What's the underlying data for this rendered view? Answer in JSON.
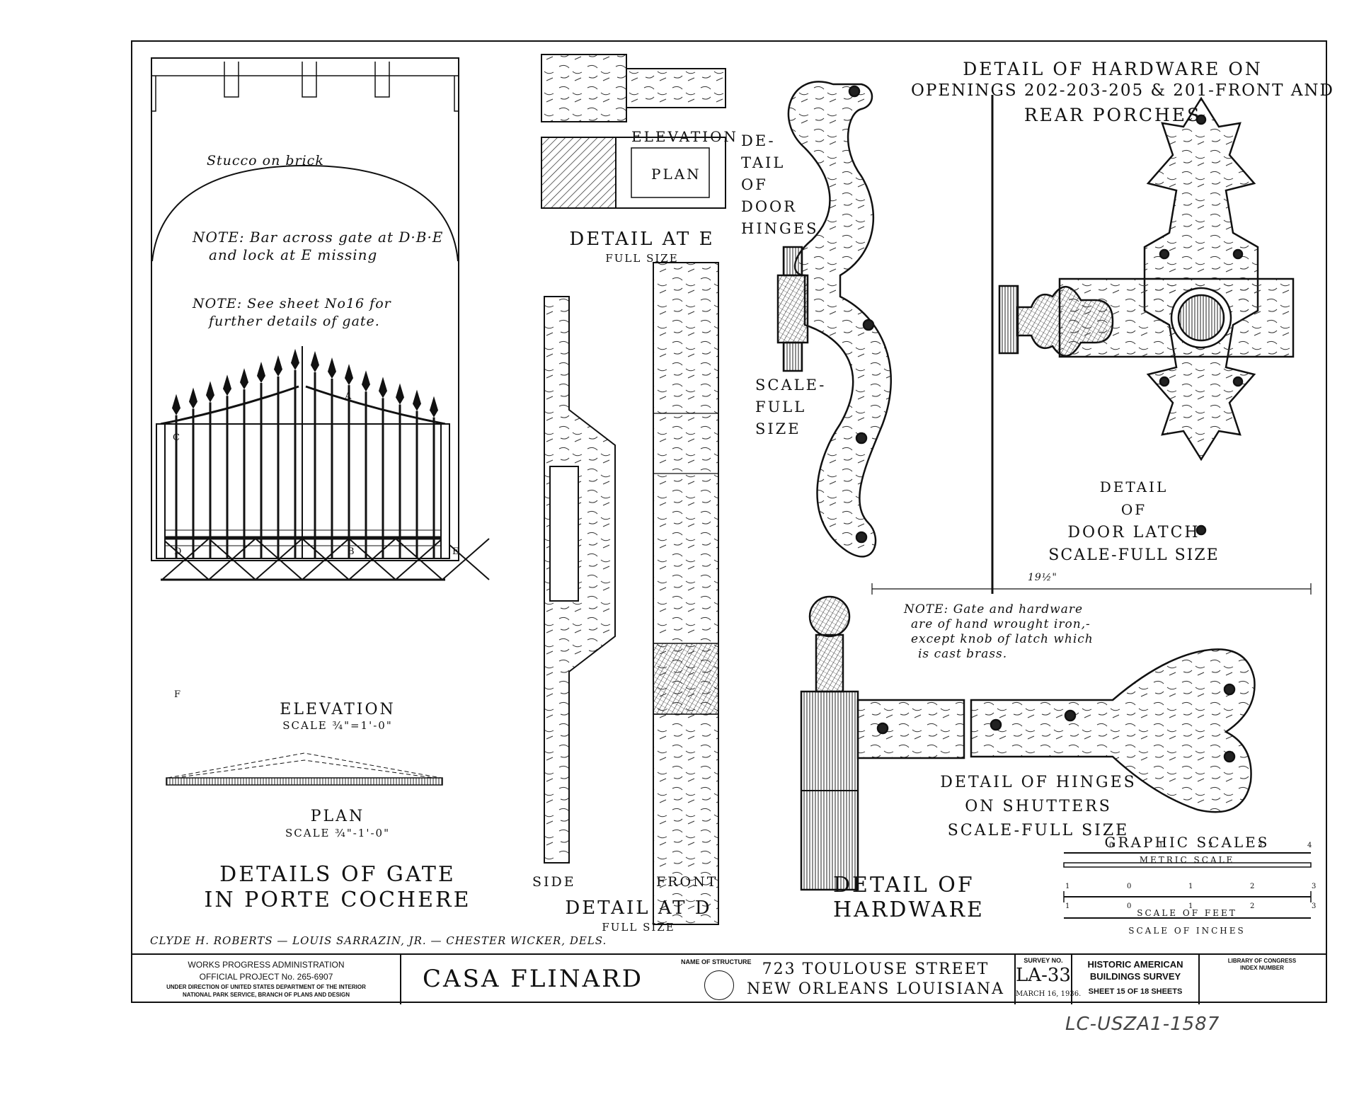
{
  "gate": {
    "stucco_note": "Stucco on brick",
    "note1_line1": "NOTE: Bar across gate at D·B·E",
    "note1_line2": "and lock at E missing",
    "note2_line1": "NOTE: See sheet No16 for",
    "note2_line2": "further details of gate.",
    "letter_a": "A",
    "letter_b": "B",
    "letter_c": "C",
    "letter_d": "D",
    "letter_e": "E",
    "letter_f": "F",
    "elevation_label": "ELEVATION",
    "elevation_scale": "SCALE ¾\"=1'-0\"",
    "plan_label": "PLAN",
    "plan_scale": "SCALE ¾\"-1'-0\"",
    "title_line1": "DETAILS OF GATE",
    "title_line2": "IN PORTE COCHERE"
  },
  "detail_e": {
    "elevation_label": "ELEVATION",
    "plan_label": "PLAN",
    "title": "DETAIL AT E",
    "scale": "FULL SIZE"
  },
  "detail_d": {
    "side_label": "SIDE",
    "front_label": "FRONT",
    "title": "DETAIL AT D",
    "scale": "FULL SIZE"
  },
  "door_hinges": {
    "title_lines": [
      "DE-",
      "TAIL",
      "OF",
      "DOOR",
      "HINGES"
    ],
    "scale_lines": [
      "SCALE-",
      "FULL",
      "SIZE"
    ]
  },
  "hardware_header": {
    "line1": "DETAIL OF HARDWARE ON",
    "line2": "OPENINGS 202-203-205 & 201-FRONT AND",
    "line3": "REAR PORCHES"
  },
  "door_latch": {
    "lines": [
      "DETAIL",
      "OF",
      "DOOR LATCH",
      "SCALE-FULL SIZE"
    ]
  },
  "shutter_hinge": {
    "dimension": "19½\"",
    "note_line1": "NOTE: Gate and hardware",
    "note_line2": "are of hand wrought iron,-",
    "note_line3": "except knob of latch which",
    "note_line4": "is cast brass.",
    "title_line1": "DETAIL OF HINGES",
    "title_line2": "ON SHUTTERS",
    "title_line3": "SCALE-FULL SIZE"
  },
  "hardware_title": {
    "line1": "DETAIL OF",
    "line2": "HARDWARE"
  },
  "graphic_scales": {
    "title": "GRAPHIC SCALES",
    "metric": "METRIC SCALE",
    "metric_ticks": [
      "0",
      "1",
      "2",
      "3",
      "4"
    ],
    "feet": "SCALE OF FEET",
    "feet_ticks": [
      "1",
      "0",
      "1",
      "2",
      "3"
    ],
    "inches": "SCALE OF INCHES",
    "inch_ticks": [
      "1",
      "0",
      "1",
      "2",
      "3"
    ]
  },
  "delineators": "CLYDE H. ROBERTS — LOUIS SARRAZIN, JR. — CHESTER WICKER, DELS.",
  "title_block": {
    "wpa_line1": "WORKS PROGRESS ADMINISTRATION",
    "wpa_line2": "OFFICIAL PROJECT No. 265-6907",
    "wpa_line3": "UNDER DIRECTION OF UNITED STATES DEPARTMENT OF THE INTERIOR",
    "wpa_line4": "NATIONAL PARK SERVICE, BRANCH OF PLANS AND DESIGN",
    "structure_name": "CASA FLINARD",
    "name_of_structure_label": "NAME OF STRUCTURE",
    "address_line1": "723 TOULOUSE STREET",
    "address_line2": "NEW ORLEANS LOUISIANA",
    "survey_no_label": "SURVEY NO.",
    "survey_no": "LA-33",
    "date": "MARCH 16, 1936.",
    "habs_line1": "HISTORIC AMERICAN",
    "habs_line2": "BUILDINGS SURVEY",
    "sheet_text": "SHEET 15 OF 18 SHEETS",
    "loc_line1": "LIBRARY OF CONGRESS",
    "loc_line2": "INDEX NUMBER"
  },
  "accession": "LC-USZA1-1587"
}
